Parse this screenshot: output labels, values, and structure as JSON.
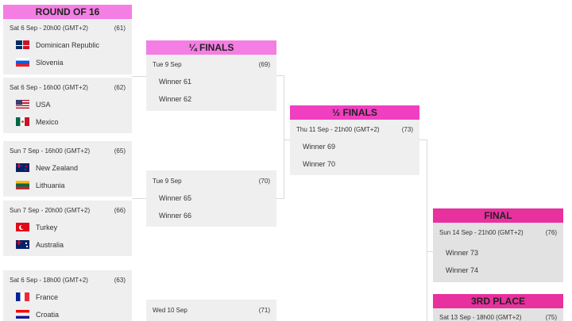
{
  "colors": {
    "header_pink": "#f47ee3",
    "header_magenta": "#e8309e",
    "box_bg": "#efefef"
  },
  "round_of_16": {
    "title": "ROUND OF 16",
    "matches": [
      {
        "date": "Sat 6 Sep - 20h00 (GMT+2)",
        "num": "(61)",
        "team1": "Dominican Republic",
        "flag1": "dominican-republic-flag-icon",
        "team2": "Slovenia",
        "flag2": "slovenia-flag-icon"
      },
      {
        "date": "Sat 6 Sep - 16h00 (GMT+2)",
        "num": "(62)",
        "team1": "USA",
        "flag1": "usa-flag-icon",
        "team2": "Mexico",
        "flag2": "mexico-flag-icon"
      },
      {
        "date": "Sun 7 Sep - 16h00 (GMT+2)",
        "num": "(65)",
        "team1": "New Zealand",
        "flag1": "new-zealand-flag-icon",
        "team2": "Lithuania",
        "flag2": "lithuania-flag-icon"
      },
      {
        "date": "Sun 7 Sep - 20h00 (GMT+2)",
        "num": "(66)",
        "team1": "Turkey",
        "flag1": "turkey-flag-icon",
        "team2": "Australia",
        "flag2": "australia-flag-icon"
      },
      {
        "date": "Sat 6 Sep - 18h00 (GMT+2)",
        "num": "(63)",
        "team1": "France",
        "flag1": "france-flag-icon",
        "team2": "Croatia",
        "flag2": "croatia-flag-icon"
      }
    ]
  },
  "quarter_finals": {
    "title": "¼ FINALS",
    "matches": [
      {
        "date": "Tue 9 Sep",
        "num": "(69)",
        "team1": "Winner 61",
        "team2": "Winner 62"
      },
      {
        "date": "Tue 9 Sep",
        "num": "(70)",
        "team1": "Winner 65",
        "team2": "Winner 66"
      },
      {
        "date": "Wed 10 Sep",
        "num": "(71)"
      }
    ]
  },
  "semi_finals": {
    "title": "½ FINALS",
    "matches": [
      {
        "date": "Thu 11 Sep - 21h00 (GMT+2)",
        "num": "(73)",
        "team1": "Winner 69",
        "team2": "Winner 70"
      }
    ]
  },
  "final": {
    "title": "FINAL",
    "match": {
      "date": "Sun 14 Sep - 21h00 (GMT+2)",
      "num": "(76)",
      "team1": "Winner 73",
      "team2": "Winner 74"
    }
  },
  "third_place": {
    "title": "3RD PLACE",
    "match": {
      "date": "Sat 13 Sep - 18h00 (GMT+2)",
      "num": "(75)"
    }
  }
}
